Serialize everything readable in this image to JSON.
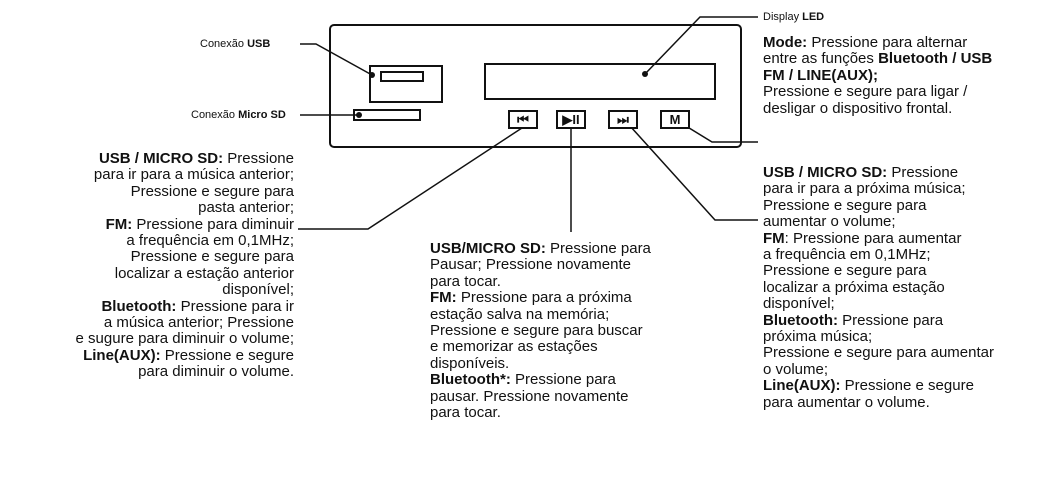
{
  "labels": {
    "usb_conn": [
      "Conexão ",
      "USB"
    ],
    "sd_conn": [
      "Conexão ",
      "Micro SD"
    ],
    "display_led": [
      "Display ",
      "LED"
    ]
  },
  "buttons": {
    "prev": "⏮",
    "play": "▶II",
    "next": "⏭",
    "mode": "M"
  },
  "prev_text": [
    {
      "b": "USB / MICRO SD:",
      "t": " Pressione"
    },
    {
      "t": "para ir para a música anterior;"
    },
    {
      "t": "Pressione e segure para"
    },
    {
      "t": "pasta anterior;"
    },
    {
      "b": "FM:",
      "t": " Pressione para diminuir"
    },
    {
      "t": "a frequência em 0,1MHz;"
    },
    {
      "t": "Pressione e segure para"
    },
    {
      "t": "localizar a estação anterior"
    },
    {
      "t": "disponível;"
    },
    {
      "b": "Bluetooth:",
      "t": " Pressione para ir"
    },
    {
      "t": "a música anterior; Pressione"
    },
    {
      "t": "e sugure para diminuir o volume;"
    },
    {
      "b": "Line(AUX):",
      "t": " Pressione e segure"
    },
    {
      "t": "para diminuir o volume."
    }
  ],
  "play_text": [
    {
      "b": "USB/MICRO SD:",
      "t": " Pressione para"
    },
    {
      "t": "Pausar; Pressione novamente"
    },
    {
      "t": "para tocar."
    },
    {
      "b": "FM:",
      "t": " Pressione para a próxima"
    },
    {
      "t": "estação salva na memória;"
    },
    {
      "t": "Pressione e segure para buscar"
    },
    {
      "t": "e memorizar as estações"
    },
    {
      "t": "disponíveis."
    },
    {
      "b": "Bluetooth*:",
      "t": " Pressione para"
    },
    {
      "t": "pausar. Pressione novamente"
    },
    {
      "t": "para tocar."
    }
  ],
  "mode_text": [
    {
      "b": "Mode:",
      "t": " Pressione para alternar"
    },
    {
      "t": "entre as funções ",
      "b2": "Bluetooth / USB"
    },
    {
      "b": "FM / LINE(AUX);"
    },
    {
      "t": "Pressione e segure para ligar /"
    },
    {
      "t": "desligar o dispositivo frontal."
    }
  ],
  "next_text": [
    {
      "b": "USB / MICRO SD:",
      "t": " Pressione"
    },
    {
      "t": "para ir para a próxima música;"
    },
    {
      "t": "Pressione e segure para"
    },
    {
      "t": "aumentar o volume;"
    },
    {
      "b": "FM",
      "t": ": Pressione para aumentar"
    },
    {
      "t": "a frequência em 0,1MHz;"
    },
    {
      "t": "Pressione e segure para"
    },
    {
      "t": "localizar a próxima estação"
    },
    {
      "t": "disponível;"
    },
    {
      "b": "Bluetooth:",
      "t": " Pressione para"
    },
    {
      "t": "próxima música;"
    },
    {
      "t": "Pressione e segure para aumentar"
    },
    {
      "t": "o volume;"
    },
    {
      "b": "Line(AUX):",
      "t": " Pressione e segure"
    },
    {
      "t": "para aumentar o volume."
    }
  ]
}
